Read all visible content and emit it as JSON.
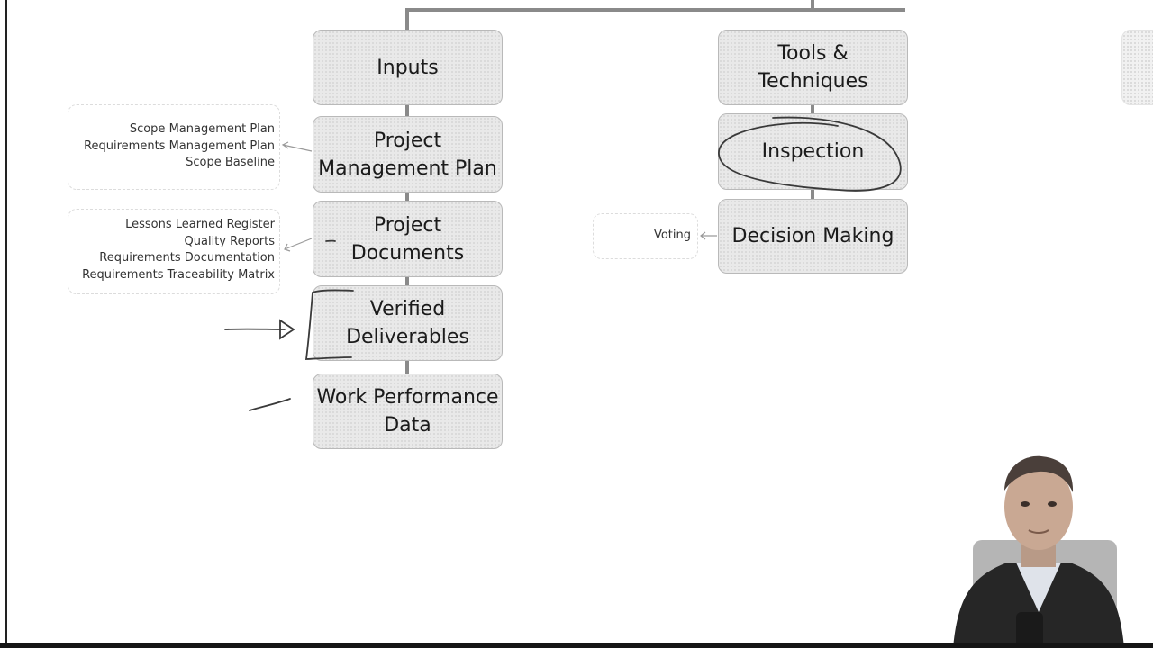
{
  "columns": {
    "inputs_label": "Inputs",
    "tools_label": "Tools &\nTechniques"
  },
  "inputs": [
    "Project\nManagement Plan",
    "Project\nDocuments",
    "Verified\nDeliverables",
    "Work Performance\nData"
  ],
  "tools": [
    "Inspection",
    "Decision Making"
  ],
  "pmp_components": [
    "Scope Management Plan",
    "Requirements Management Plan",
    "Scope Baseline"
  ],
  "project_document_components": [
    "Lessons Learned Register",
    "Quality Reports",
    "Requirements Documentation",
    "Requirements Traceability Matrix"
  ],
  "decision_making_components": [
    "Voting"
  ],
  "colors": {
    "box_fill": "#e9e9e9",
    "box_border": "#b9b9b9",
    "connector": "#8a8a8a",
    "ink": "#3a3a3a"
  }
}
